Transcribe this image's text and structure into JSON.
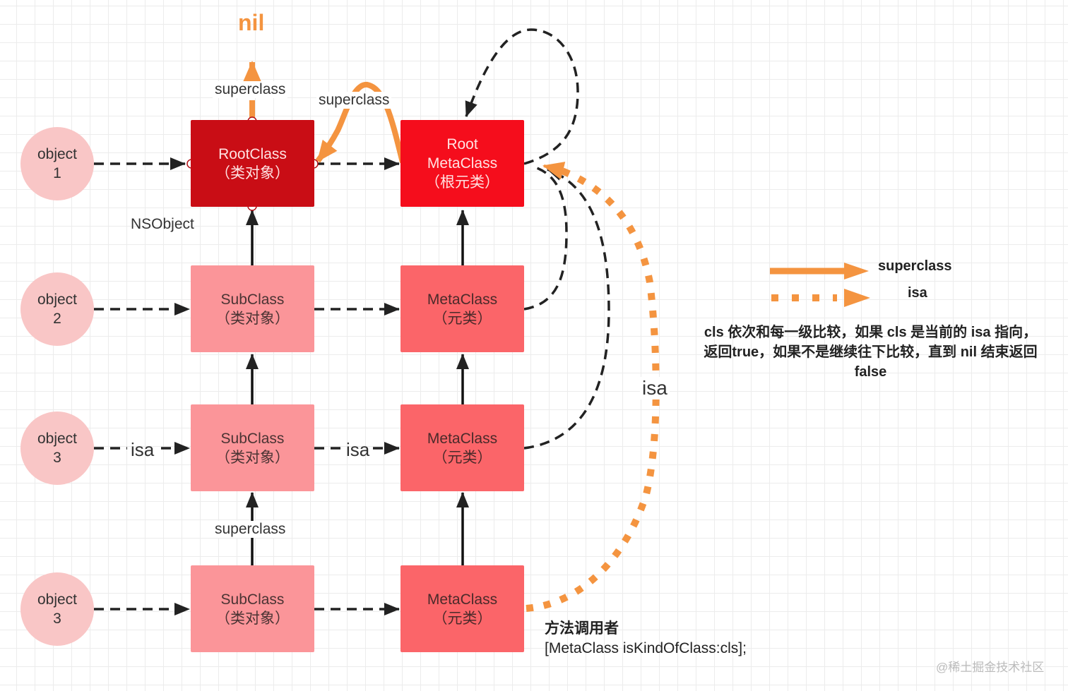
{
  "diagram": {
    "objects": [
      {
        "label": "object",
        "num": "1"
      },
      {
        "label": "object",
        "num": "2"
      },
      {
        "label": "object",
        "num": "3"
      },
      {
        "label": "object",
        "num": "3"
      }
    ],
    "class_nodes": [
      {
        "title": "RootClass",
        "sub": "（类对象）"
      },
      {
        "title": "SubClass",
        "sub": "（类对象）"
      },
      {
        "title": "SubClass",
        "sub": "（类对象）"
      },
      {
        "title": "SubClass",
        "sub": "（类对象）"
      }
    ],
    "meta_nodes": [
      {
        "title": "Root",
        "title2": "MetaClass",
        "sub": "（根元类）"
      },
      {
        "title": "MetaClass",
        "sub": "（元类）"
      },
      {
        "title": "MetaClass",
        "sub": "（元类）"
      },
      {
        "title": "MetaClass",
        "sub": "（元类）"
      }
    ],
    "labels": {
      "nil": "nil",
      "superclass_top": "superclass",
      "superclass_root_meta": "superclass",
      "nsobject": "NSObject",
      "isa_obj3": "isa",
      "isa_class3": "isa",
      "superclass_bottom": "superclass",
      "isa_orange": "isa"
    },
    "colors": {
      "superclass_orange": "#f49440",
      "root_class": "#c90d15",
      "root_meta": "#f50d1c",
      "sub_class": "#fb9599",
      "meta_class": "#fb6569",
      "object": "#f9c6c6"
    }
  },
  "legend": {
    "items": [
      {
        "label": "superclass",
        "style": "solid-orange-arrow"
      },
      {
        "label": "isa",
        "style": "dotted-orange-arrow"
      }
    ]
  },
  "note": {
    "line1": "cls 依次和每一级比较，如果 cls 是当前的 isa 指向，",
    "line2": "返回true，如果不是继续往下比较，直到 nil 结束返回",
    "line3": "false"
  },
  "caller": {
    "line1": "方法调用者",
    "line2": "[MetaClass isKindOfClass:cls];"
  },
  "watermark": "@稀土掘金技术社区"
}
